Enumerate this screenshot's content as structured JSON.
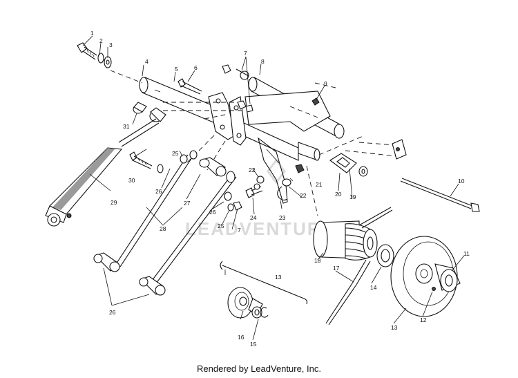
{
  "watermark": "LEADVENTURE",
  "footer": "Rendered by LeadVenture, Inc.",
  "callouts": [
    "1",
    "2",
    "3",
    "4",
    "5",
    "6",
    "7",
    "7",
    "8",
    "9",
    "10",
    "11",
    "12",
    "13",
    "13",
    "14",
    "15",
    "16",
    "17",
    "18",
    "19",
    "20",
    "21",
    "22",
    "22",
    "23",
    "24",
    "25",
    "25",
    "26",
    "26",
    "26",
    "27",
    "28",
    "29",
    "30",
    "31"
  ]
}
